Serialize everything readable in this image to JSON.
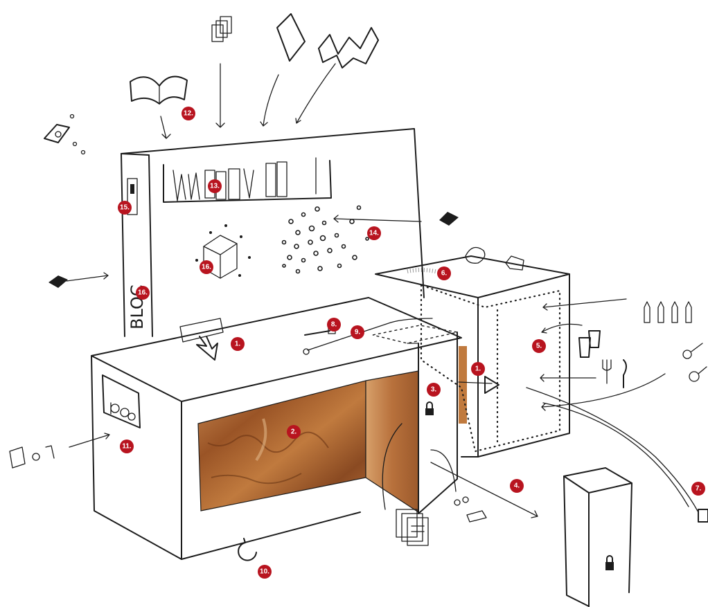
{
  "vertical_label": "BLOC",
  "markers": [
    "1.",
    "1.",
    "2.",
    "3.",
    "4.",
    "5.",
    "6.",
    "7.",
    "8.",
    "9.",
    "10.",
    "11.",
    "12.",
    "13.",
    "14.",
    "15.",
    "16.",
    "16."
  ],
  "colors": {
    "marker": "#b8141f",
    "ink": "#1c1c1c",
    "rust_dark": "#8e4a22",
    "rust_light": "#d59a5c",
    "paper": "#ffffff"
  },
  "icons": [
    "open-book-icon",
    "cards-icon",
    "closed-book-icon",
    "folded-leaflet-icon",
    "banknote-icon",
    "coins-icon",
    "eye-icon",
    "padlock-icon",
    "bottles-icon",
    "cups-icon",
    "cutlery-icon",
    "keys-icon",
    "documents-icon",
    "rotate-arrow-icon",
    "ruler-icon"
  ]
}
